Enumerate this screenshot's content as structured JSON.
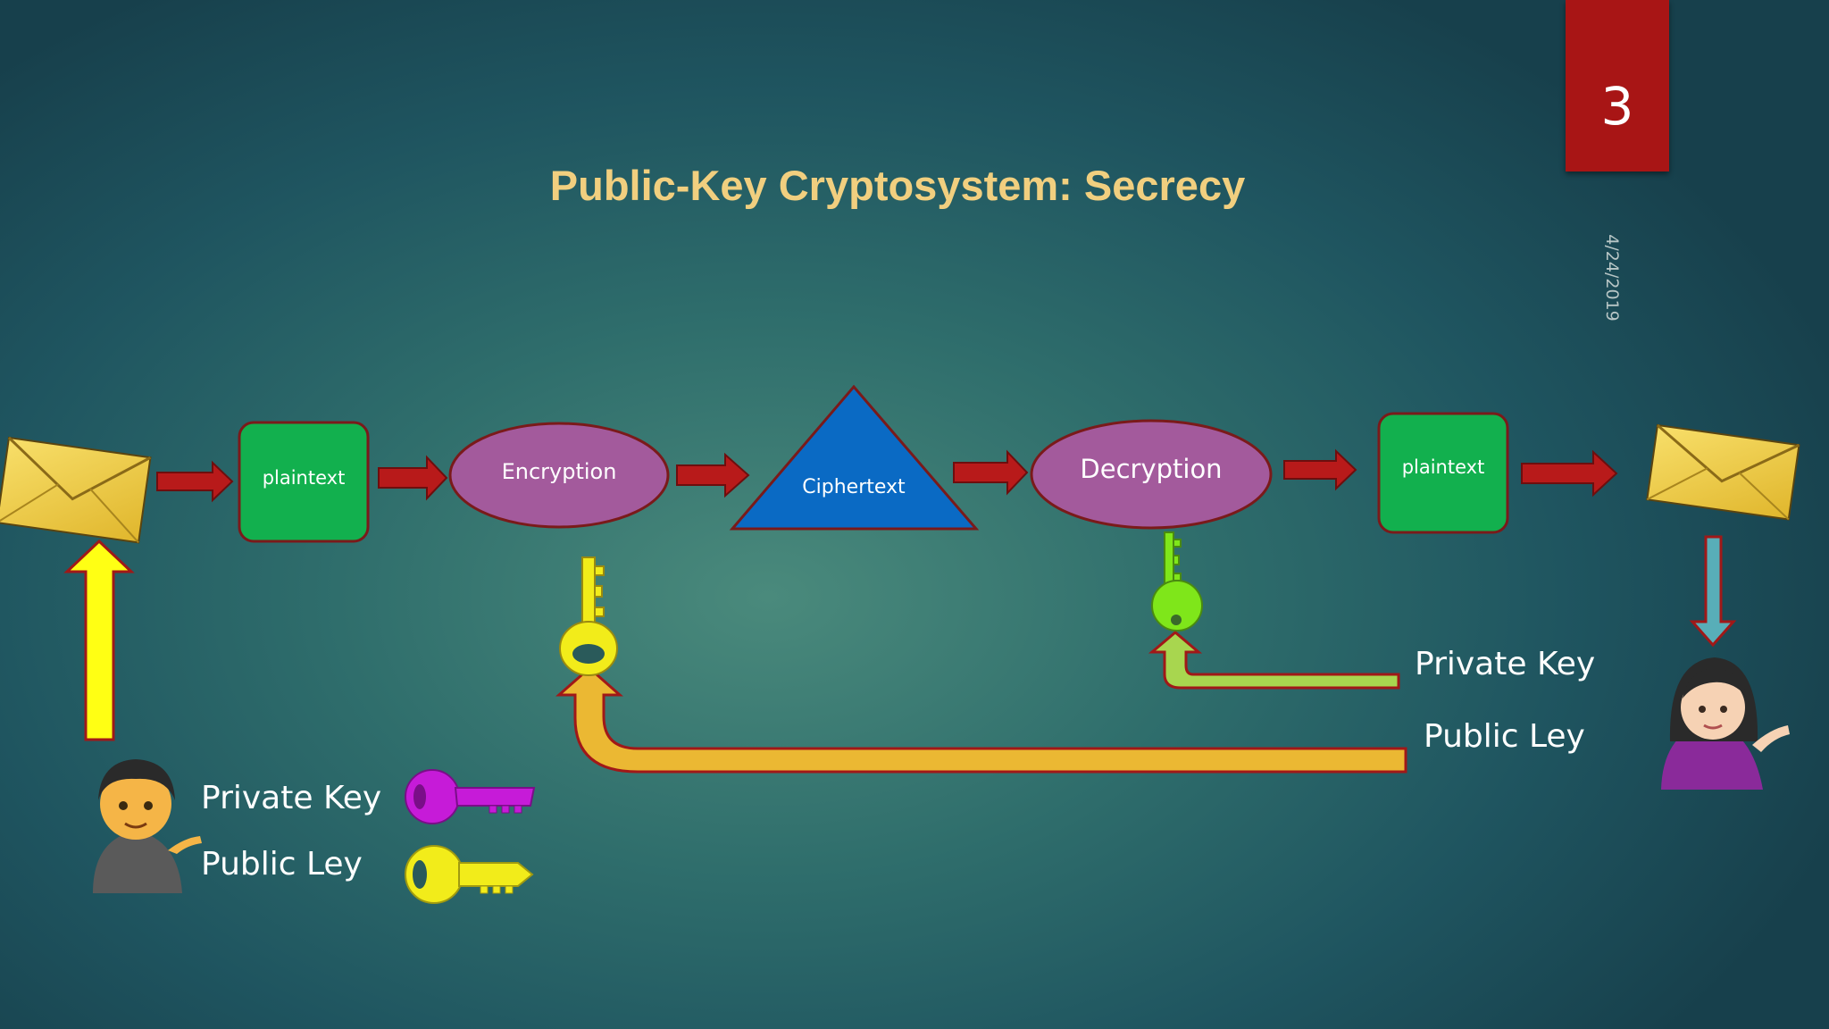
{
  "slide": {
    "number": "3",
    "title": "Public-Key Cryptosystem: Secrecy",
    "date": "4/24/2019"
  },
  "flow": {
    "plaintext_left": "plaintext",
    "encryption": "Encryption",
    "ciphertext": "Ciphertext",
    "decryption": "Decryption",
    "plaintext_right": "plaintext"
  },
  "receiver_keys": {
    "private_label": "Private Key",
    "public_label": "Public Ley"
  },
  "sender_legend": {
    "private_label": "Private Key",
    "public_label": "Public Ley"
  },
  "colors": {
    "slide_number_bg": "#a81515",
    "title": "#f1cf7f",
    "plaintext_box": "#12b04e",
    "ellipse": "#a35a9c",
    "triangle": "#0a6ac4",
    "flow_arrow": "#b81a1a",
    "public_key": "#f2ec1a",
    "private_key_receiver": "#7fe61a",
    "private_key_sender": "#c61bd8",
    "public_key_path": "#ebb833",
    "private_key_path": "#a8d64f"
  },
  "icons": [
    "envelope-icon",
    "man-tipping-hand-icon",
    "woman-tipping-hand-icon",
    "key-icon"
  ]
}
